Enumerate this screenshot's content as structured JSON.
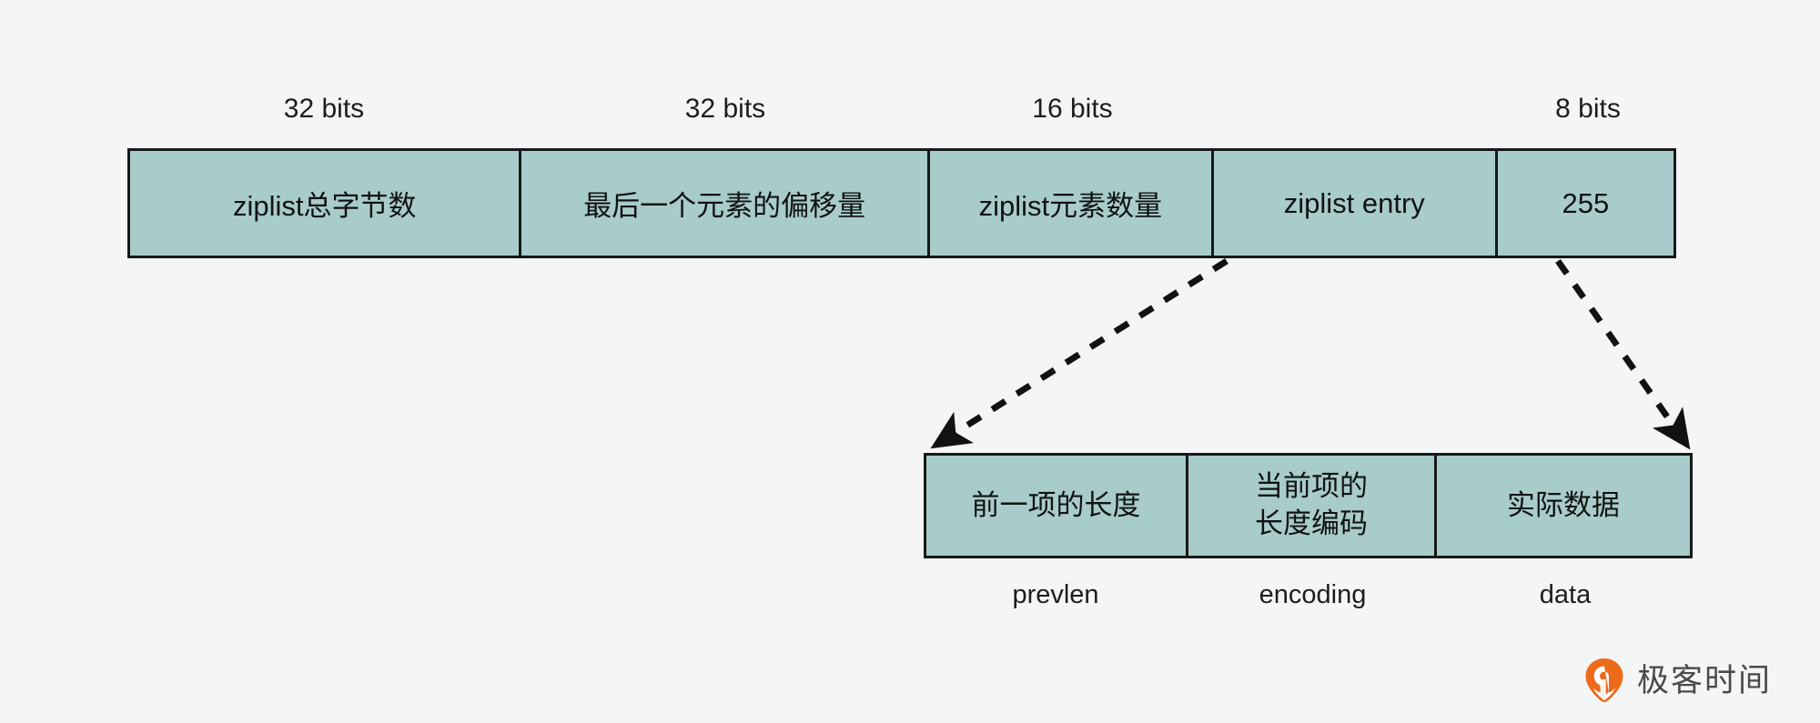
{
  "figure": {
    "background_color": "#f4f5f7",
    "cell_fill_color": "#a8ccc9",
    "stroke_color": "#17181a",
    "accent_color": "#ec6a19"
  },
  "ziplist_header": {
    "bit_labels": [
      "32 bits",
      "32 bits",
      "16 bits",
      "8 bits"
    ]
  },
  "ziplist_row": {
    "cells": [
      {
        "label": "ziplist总字节数",
        "bits": "32 bits"
      },
      {
        "label": "最后一个元素的偏移量",
        "bits": "32 bits"
      },
      {
        "label": "ziplist元素数量",
        "bits": "16 bits"
      },
      {
        "label": "ziplist entry",
        "bits": ""
      },
      {
        "label": "255",
        "bits": "8 bits"
      }
    ]
  },
  "entry_row": {
    "cells": [
      {
        "label": "前一项的长度",
        "caption": "prevlen"
      },
      {
        "label": "当前项的\n长度编码",
        "caption": "encoding"
      },
      {
        "label": "实际数据",
        "caption": "data"
      }
    ]
  },
  "connectors": [
    {
      "name": "entry-expand-left",
      "style": "dashed-arrow"
    },
    {
      "name": "entry-expand-right",
      "style": "dashed-arrow"
    }
  ],
  "watermark": {
    "text": "极客时间",
    "icon": "geektime-pin-logo"
  }
}
